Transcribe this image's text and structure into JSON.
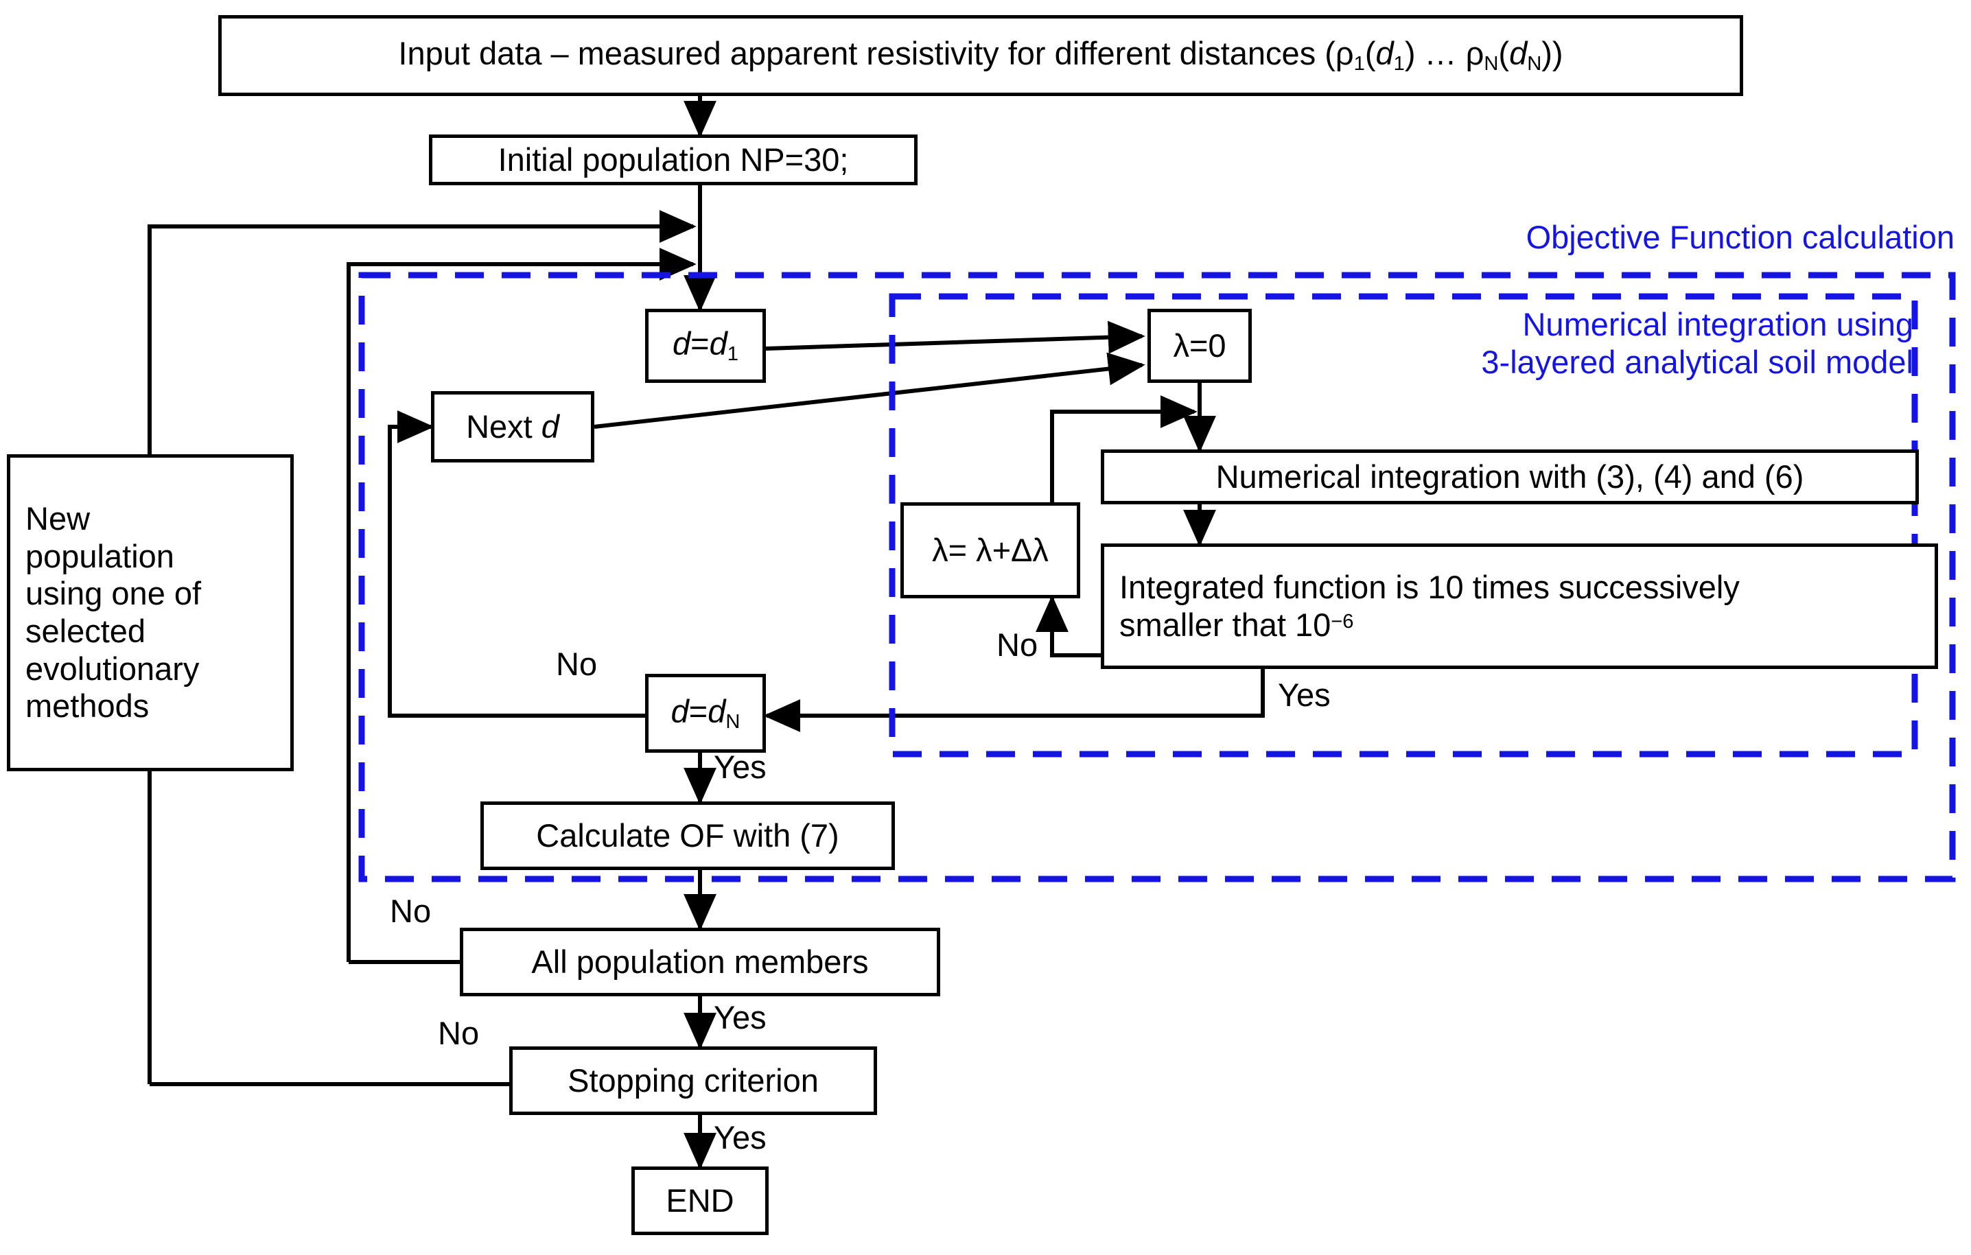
{
  "diagram": {
    "title_blue_outer": "Objective Function calculation",
    "title_blue_inner": "Numerical integration using\n3-layered analytical soil model",
    "accent_blue": "#1414e6",
    "line_color": "#000000",
    "background": "#ffffff"
  },
  "nodes": {
    "input_data": "Input data – measured apparent resistivity for different distances (ρ₁(d₁) … ρₙ(dₙ))",
    "input_data_html": "Input data – measured apparent resistivity for different distances (ρ<sub>1</sub>(<i>d</i><sub>1</sub>) … ρ<sub>N</sub>(<i>d</i><sub>N</sub>))",
    "initial_population": "Initial population NP=30;",
    "d_equals_d1": "d=d₁",
    "d_equals_d1_html": "<i>d</i>=<i>d</i><sub>1</sub>",
    "next_d": "Next d",
    "next_d_html": "Next <i>d</i>",
    "lambda_zero": "λ=0",
    "lambda_increment": "λ= λ+Δλ",
    "numerical_integration": "Numerical integration with (3), (4) and (6)",
    "integrated_function": "Integrated function is 10 times successively smaller that 10⁻⁶",
    "integrated_function_html": "Integrated function is 10 times successively<br>smaller that 10<sup>−6</sup>",
    "d_equals_dN": "d=dₙ",
    "d_equals_dN_html": "<i>d</i>=<i>d</i><sub>N</sub>",
    "calculate_of": "Calculate OF with (7)",
    "all_population_members": "All population members",
    "stopping_criterion": "Stopping criterion",
    "end": "END",
    "new_population": "New population using one of selected evolutionary methods",
    "new_population_lines": "New\npopulation\nusing one of\nselected\nevolutionary\nmethods"
  },
  "edge_labels": {
    "integrated_no": "No",
    "integrated_yes": "Yes",
    "dN_no": "No",
    "dN_yes": "Yes",
    "population_no": "No",
    "population_yes": "Yes",
    "stopping_no": "No",
    "stopping_yes": "Yes"
  },
  "flow_order": [
    "input_data",
    "initial_population",
    "d_equals_d1",
    "lambda_zero",
    "numerical_integration",
    "integrated_function",
    "lambda_increment",
    "d_equals_dN",
    "next_d",
    "calculate_of",
    "all_population_members",
    "stopping_criterion",
    "end",
    "new_population"
  ]
}
